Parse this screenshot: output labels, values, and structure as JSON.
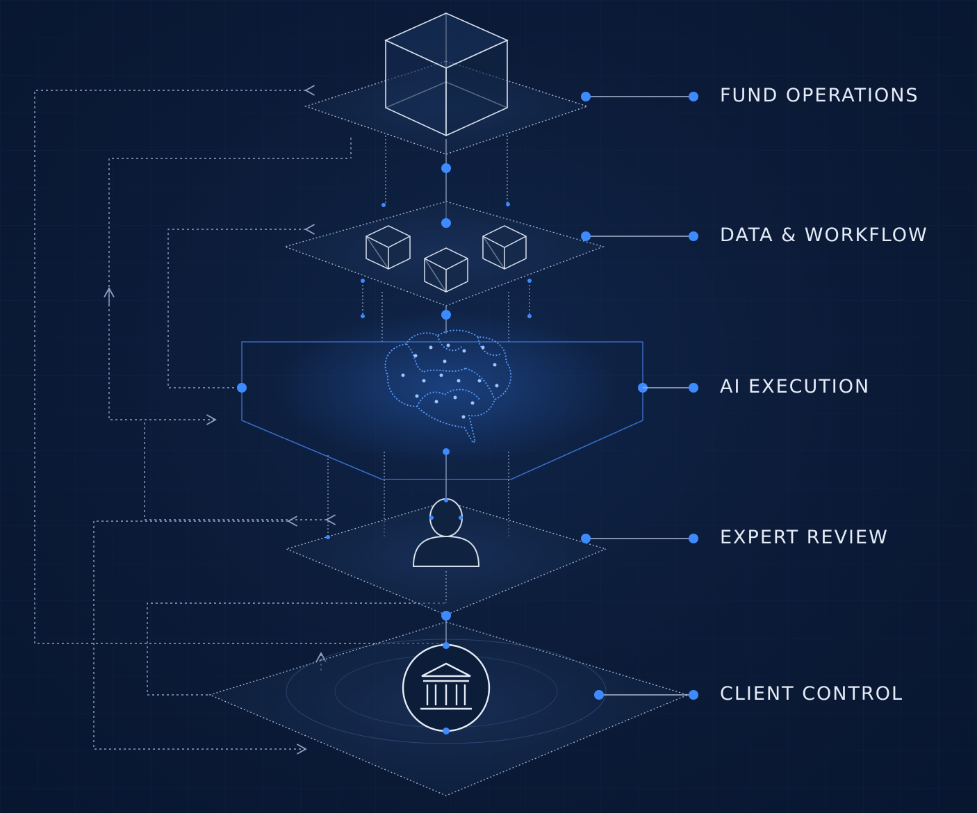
{
  "layers": [
    {
      "id": "fund-operations",
      "label": "FUND OPERATIONS",
      "icon": "cube-icon"
    },
    {
      "id": "data-workflow",
      "label": "DATA & WORKFLOW",
      "icon": "cubes-icon"
    },
    {
      "id": "ai-execution",
      "label": "AI EXECUTION",
      "icon": "brain-icon"
    },
    {
      "id": "expert-review",
      "label": "EXPERT REVIEW",
      "icon": "person-icon"
    },
    {
      "id": "client-control",
      "label": "CLIENT CONTROL",
      "icon": "bank-icon"
    }
  ],
  "colors": {
    "background": "#0b1a36",
    "accent": "#3d8bff",
    "line": "#9fb3d1",
    "label": "#e6ecf7"
  }
}
